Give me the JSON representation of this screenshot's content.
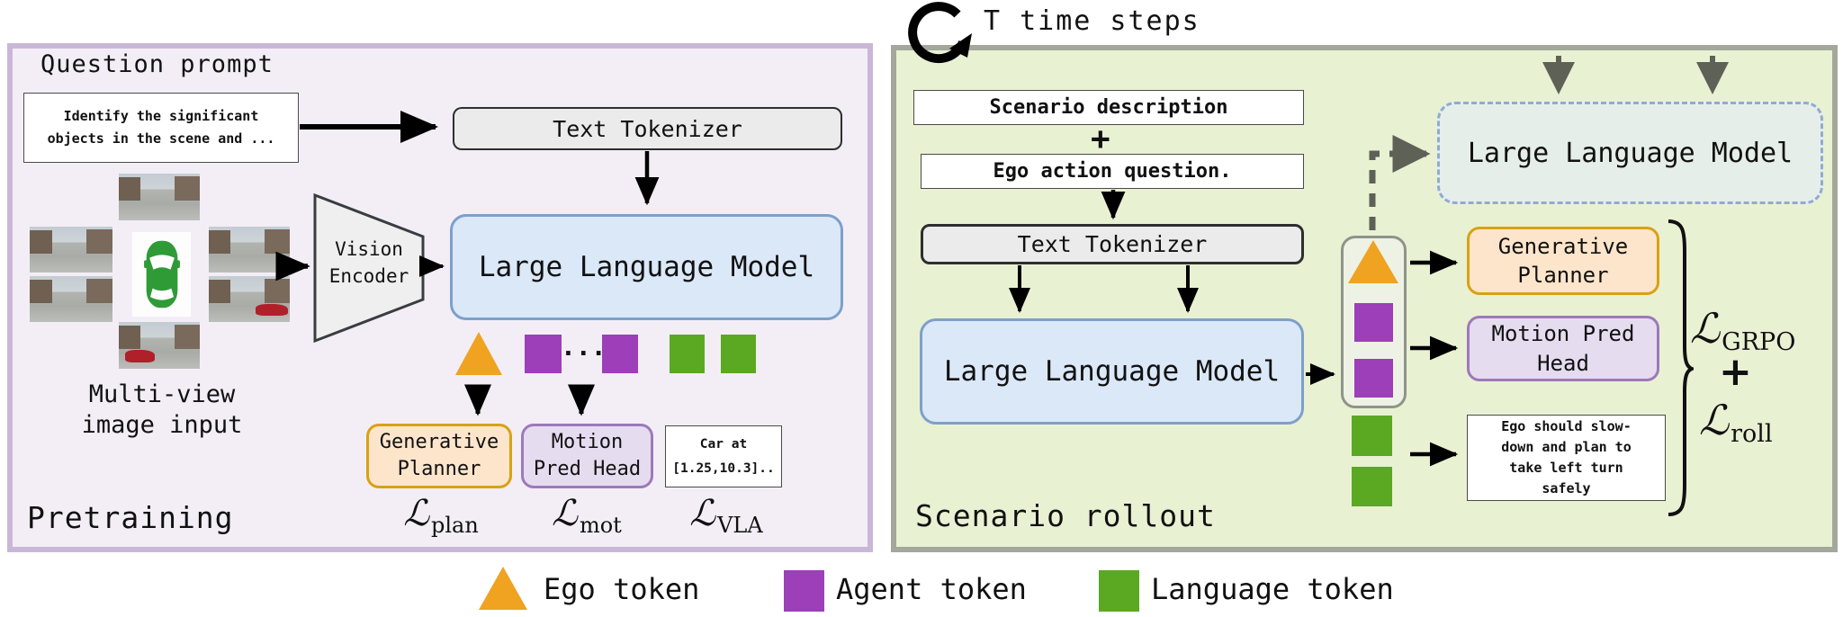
{
  "colors": {
    "ego_token": "#f0a221",
    "agent_token": "#9c3fb8",
    "language_token": "#5ba822",
    "pretrain_panel_bg": "#f3eef6",
    "pretrain_panel_border": "#c9b7d8",
    "rollout_panel_bg": "#e9f1d3",
    "rollout_panel_border": "#a3a89b",
    "llm_box_bg": "#dbe8f8",
    "llm_box_border": "#7e9fca",
    "planner_border": "#d9a114",
    "motion_border": "#9d79ba"
  },
  "pre": {
    "panel_label": "Pretraining",
    "question_prompt_title": "Question prompt",
    "prompt_box": [
      "Identify the significant",
      "objects in the scene and ..."
    ],
    "tokenizer": "Text Tokenizer",
    "llm": "Large Language Model",
    "vision_encoder": [
      "Vision",
      "Encoder"
    ],
    "multiview_caption": [
      "Multi-view",
      "image input"
    ],
    "dots": "···",
    "planner": [
      "Generative",
      "Planner"
    ],
    "motion_head": [
      "Motion",
      "Pred Head"
    ],
    "vla_output": [
      "Car at",
      "[1.25,10.3].."
    ],
    "loss_plan": {
      "symbol": "ℒ",
      "sub": "plan"
    },
    "loss_mot": {
      "symbol": "ℒ",
      "sub": "mot"
    },
    "loss_vla": {
      "symbol": "ℒ",
      "sub": "VLA"
    }
  },
  "roll": {
    "panel_label": "Scenario rollout",
    "loop_caption": "T time steps",
    "scenario_box": "Scenario description",
    "plus": "+",
    "ego_question_box": "Ego action question.",
    "tokenizer": "Text Tokenizer",
    "llm": "Large Language Model",
    "llm_dashed": "Large Language Model",
    "planner": [
      "Generative",
      "Planner"
    ],
    "motion_head": [
      "Motion Pred",
      "Head"
    ],
    "rollout_text": [
      "Ego should slow-",
      "down and plan to",
      "take left turn",
      "safely"
    ],
    "loss_grpo": {
      "symbol": "ℒ",
      "sub": "GRPO"
    },
    "loss_plus": "+",
    "loss_roll": {
      "symbol": "ℒ",
      "sub": "roll"
    }
  },
  "legend": {
    "ego": "Ego token",
    "agent": "Agent token",
    "language": "Language token"
  }
}
